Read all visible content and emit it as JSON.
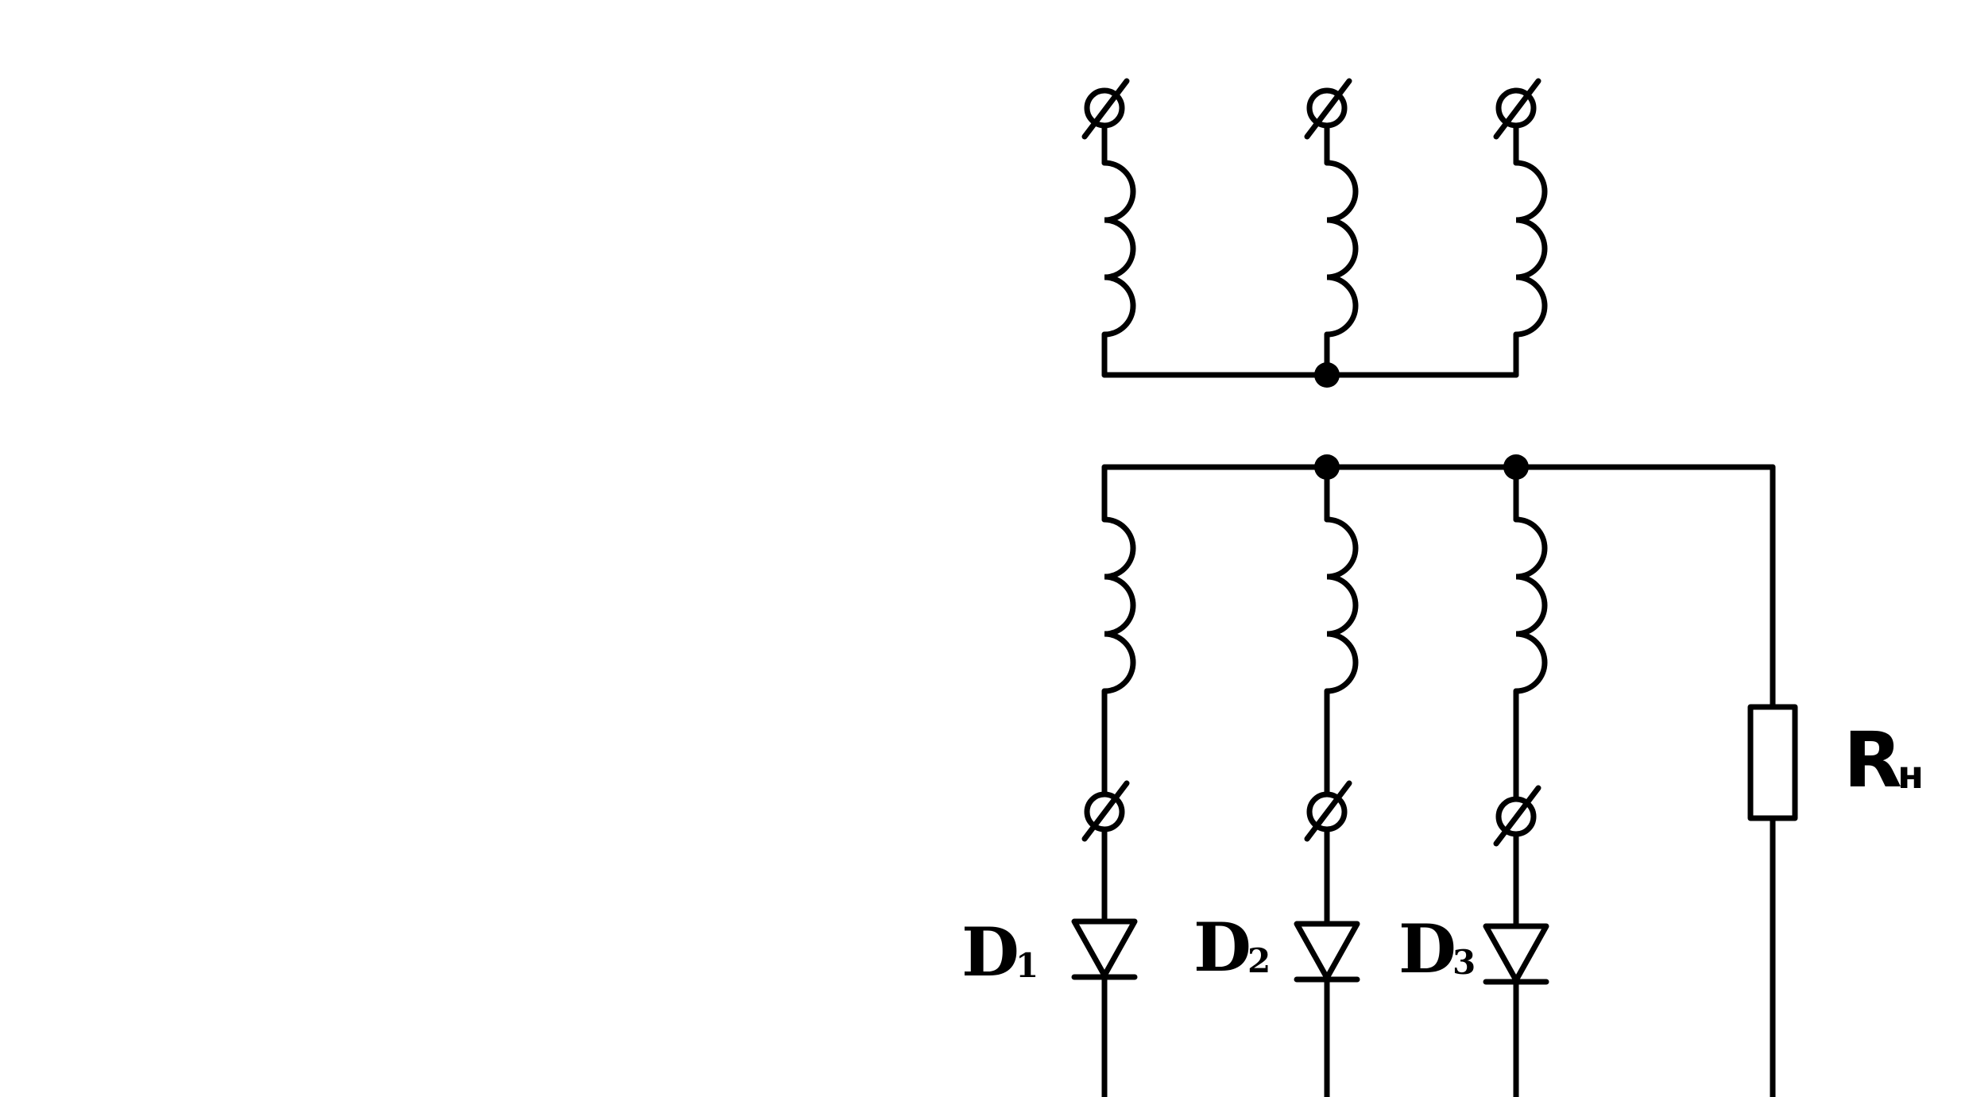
{
  "diagram": {
    "colors": {
      "line": "#000000",
      "background": "#ffffff"
    },
    "labels": {
      "diode1": {
        "main": "D",
        "sub": "1"
      },
      "diode2": {
        "main": "D",
        "sub": "2"
      },
      "diode3": {
        "main": "D",
        "sub": "3"
      },
      "load": {
        "main": "R",
        "sub": "н"
      }
    }
  }
}
